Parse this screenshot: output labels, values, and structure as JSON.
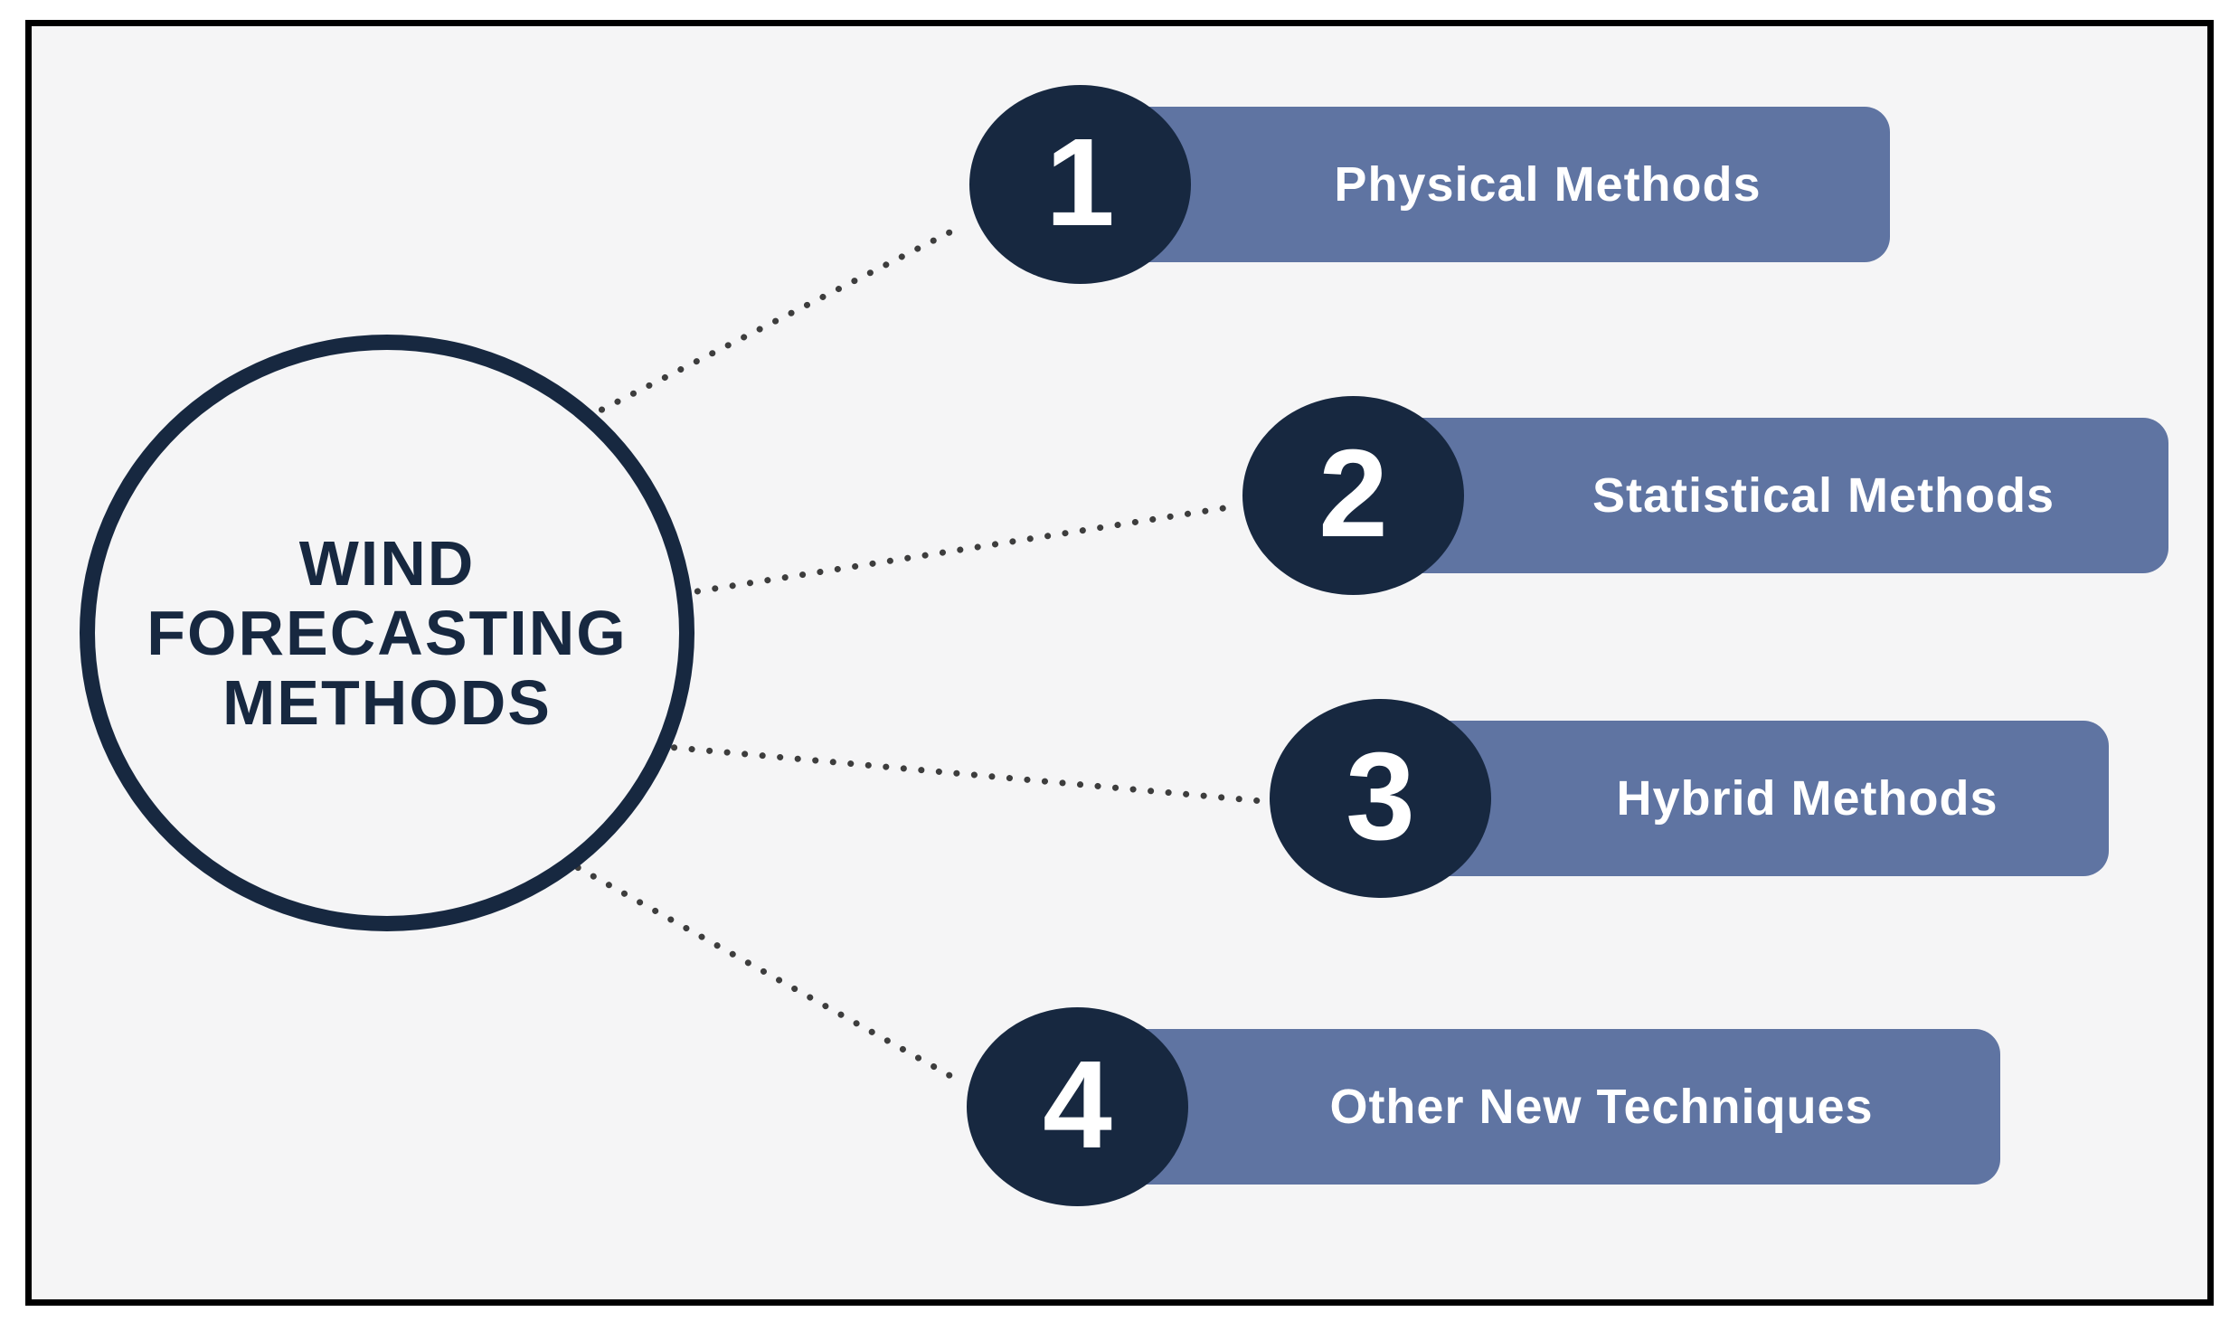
{
  "diagram": {
    "center": {
      "title": "WIND FORECASTING METHODS",
      "lines": [
        "WIND",
        "FORECASTING",
        "METHODS"
      ]
    },
    "nodes": [
      {
        "number": "1",
        "label": "Physical Methods"
      },
      {
        "number": "2",
        "label": "Statistical Methods"
      },
      {
        "number": "3",
        "label": "Hybrid Methods"
      },
      {
        "number": "4",
        "label": "Other New Techniques"
      }
    ],
    "colors": {
      "navy": "#172840",
      "slate": "#5f74a2",
      "panel_background": "#f5f5f6",
      "frame": "#000000",
      "dots": "#3d3d3d",
      "text_light": "#ffffff"
    }
  }
}
